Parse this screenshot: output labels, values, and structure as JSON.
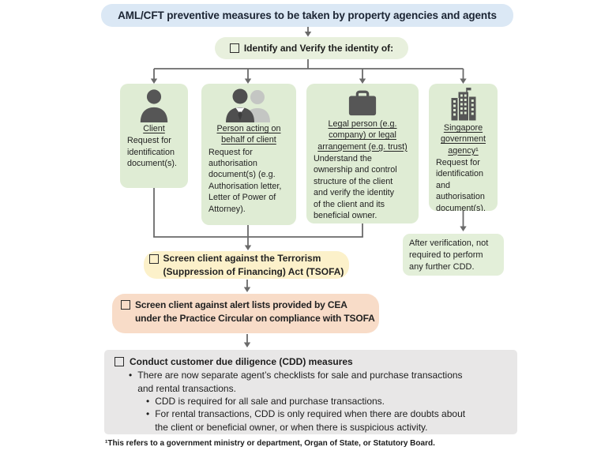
{
  "banner": {
    "title": "AML/CFT preventive measures to be taken by property agencies and agents"
  },
  "identify": {
    "label": "Identify and Verify the identity of:"
  },
  "entities": [
    {
      "icon": "person-icon",
      "heading": "Client",
      "body": "Request for\nidentification\ndocument(s)."
    },
    {
      "icon": "people-icon",
      "heading": "Person acting on\nbehalf of client",
      "body": "Request for\nauthorisation\ndocument(s) (e.g.\nAuthorisation letter,\nLetter of Power of\nAttorney)."
    },
    {
      "icon": "briefcase-icon",
      "heading": "Legal person (e.g.\ncompany) or legal\narrangement (e.g. trust)",
      "body": "Understand the\nownership and control\nstructure of the client\nand verify the identity\nof the client and its\nbeneficial owner."
    },
    {
      "icon": "building-icon",
      "heading": "Singapore\ngovernment\nagency¹",
      "body": "Request for\nidentification\nand\nauthorisation\ndocument(s)."
    }
  ],
  "after_note": {
    "text": "After verification, not\nrequired to perform\nany further CDD."
  },
  "screen_tsofa": {
    "label": "Screen client against the Terrorism\n(Suppression of Financing) Act (TSOFA)"
  },
  "screen_cea": {
    "label": "Screen client against alert lists provided by CEA\nunder the Practice Circular on compliance with TSOFA"
  },
  "cdd": {
    "title": "Conduct customer due diligence (CDD) measures",
    "bullet1": "There are now separate agent’s checklists for sale and purchase transactions\nand rental transactions.",
    "sub_bullets": [
      "CDD is required for all sale and purchase transactions.",
      "For rental transactions, CDD is only required when there are doubts about\nthe client or beneficial owner, or when there is suspicious activity."
    ]
  },
  "footnote": {
    "text": "¹This refers to a government ministry or department, Organ of State, or Statutory Board."
  },
  "colors": {
    "banner_bg": "#dbe8f5",
    "identify_bg": "#e8f0dd",
    "entity_bg": "#dfecd4",
    "after_note_bg": "#e3efd9",
    "tsofa_bg": "#fcf1ca",
    "cea_bg": "#f8dcc8",
    "cdd_bg": "#e8e7e7",
    "connector": "#6a6a6a",
    "icon_dark": "#565656",
    "icon_light": "#c4c6c3",
    "text": "#1f1f1f"
  }
}
